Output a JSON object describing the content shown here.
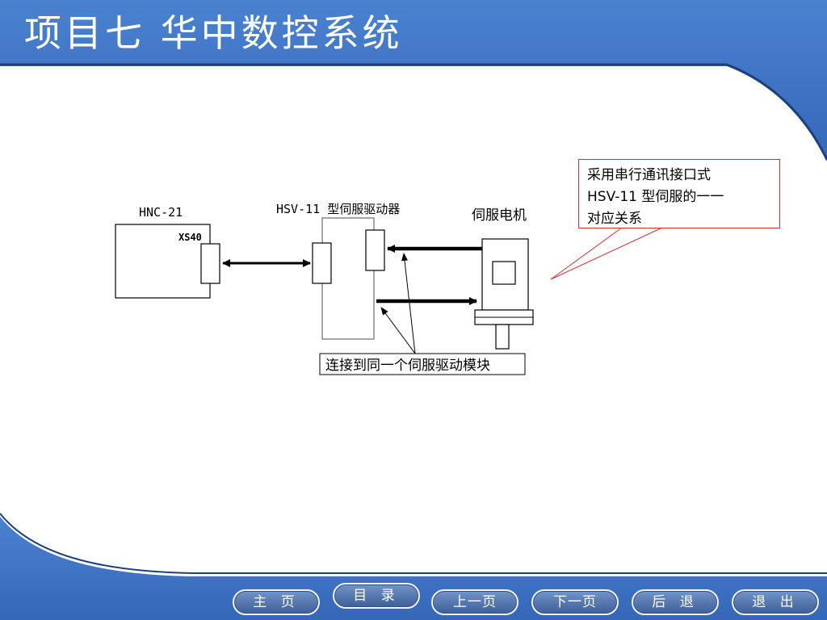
{
  "slide": {
    "title": "项目七  华中数控系统"
  },
  "diagram": {
    "controller_label": "HNC-21",
    "port_label": "XS40",
    "drive_label": "HSV-11 型伺服驱动器",
    "motor_label": "伺服电机",
    "module_note": "连接到同一个伺服驱动模块",
    "callout_lines": [
      "采用串行通讯接口式",
      "HSV-11 型伺服的一一",
      "对应关系"
    ]
  },
  "nav": {
    "home": "主 页",
    "contents": "目 录",
    "prev": "上一页",
    "next": "下一页",
    "back": "后 退",
    "exit": "退 出"
  },
  "theme": {
    "header_blue": "#3f78c8",
    "button_blue": "#4a6aa8",
    "callout_border": "#d43030"
  }
}
